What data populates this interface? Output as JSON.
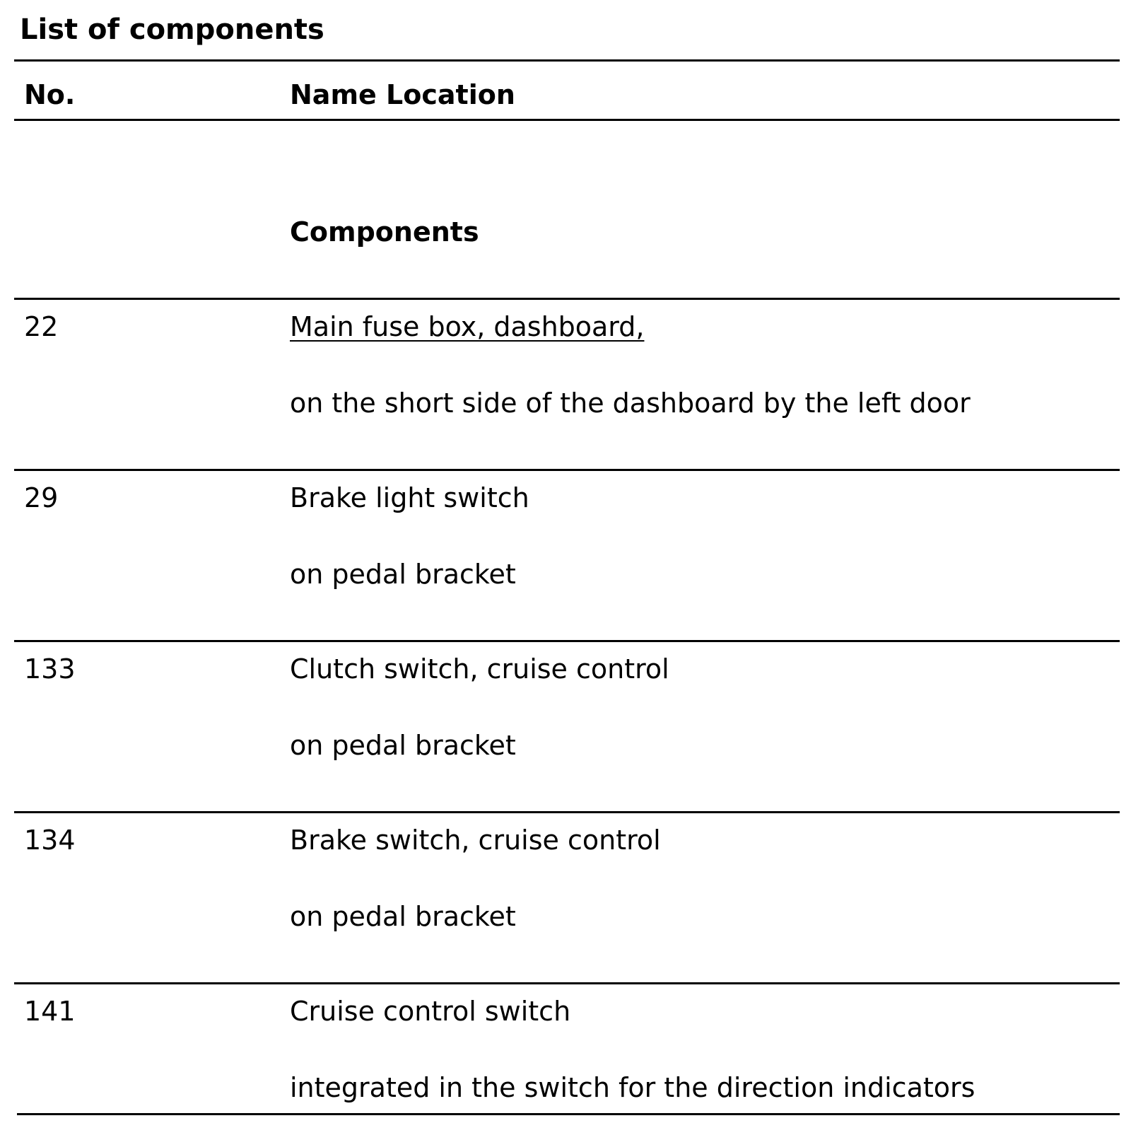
{
  "title": "List of components",
  "table": {
    "headers": {
      "number": "No.",
      "name_location": "Name Location"
    },
    "section_heading": "Components",
    "rows": [
      {
        "number": "22",
        "name": "Main fuse box, dashboard,",
        "location": "on the short side of the dashboard by the left door"
      },
      {
        "number": "29",
        "name": "Brake light switch",
        "location": "on pedal bracket"
      },
      {
        "number": "133",
        "name": "Clutch switch, cruise control",
        "location": "on pedal bracket"
      },
      {
        "number": "134",
        "name": "Brake switch, cruise control",
        "location": "on pedal bracket"
      },
      {
        "number": "141",
        "name": "Cruise control switch",
        "location": "integrated in the switch for the direction indicators"
      }
    ]
  }
}
